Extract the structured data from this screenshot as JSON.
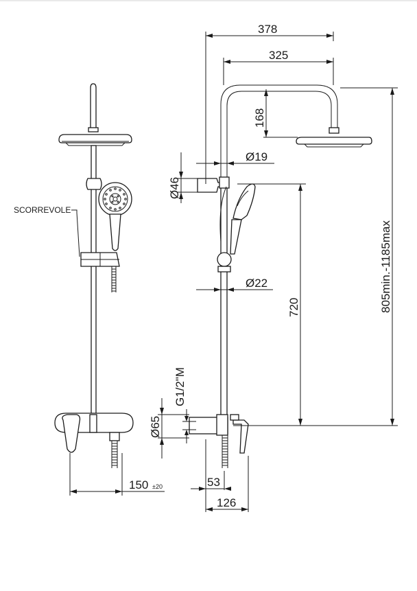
{
  "labels": {
    "sliding_part": "SCORREVOLE"
  },
  "dimensions": {
    "overall_width": "378",
    "arm_length": "325",
    "arm_height": "168",
    "pipe_diameter_upper": "Ø19",
    "bracket_diameter": "Ø46",
    "pipe_diameter_lower": "Ø22",
    "slide_rail_height": "720",
    "total_height": "805min.-1185max",
    "thread": "G1/2\"M",
    "mixer_diameter": "Ø65",
    "center_distance": "150",
    "center_distance_tolerance": "±20",
    "wall_to_pipe": "53",
    "mixer_depth": "126"
  },
  "colors": {
    "line": "#1a1a1a",
    "background": "#ffffff"
  }
}
